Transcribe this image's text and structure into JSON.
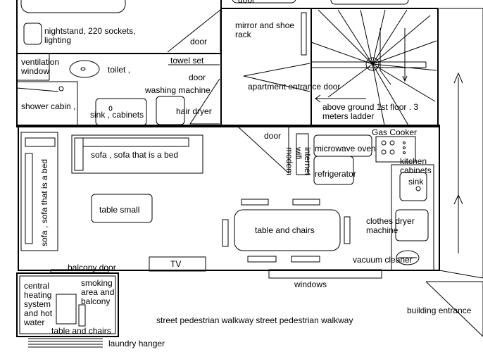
{
  "labels": {
    "door_top": "door",
    "nightstand": "nightstand, 220 sockets, lighting",
    "door_bedroom": "door",
    "mirror": "mirror and shoe rack",
    "ventilation": "ventilation window",
    "toilet": "toilet ,",
    "towel": "towel set",
    "door_bath": "door",
    "washing": "washing machine",
    "apartment_door": "apartment entrance door",
    "shower": "shower cabin ,",
    "sink_cabinets": "sink , cabinets",
    "hair_dryer": "hair dryer",
    "above_ground": "above ground 1st floor . 3 meters ladder",
    "gas_cooker": "Gas Cooker",
    "door_living": "door",
    "microwave": "microwave oven",
    "internet": "internet wifi modem",
    "kitchen_cabinets": "kitchen cabinets",
    "sofa_left": "sofa , sofa that is a bed",
    "sofa_top": "sofa , sofa that is a bed",
    "refrigerator": "refrigerator",
    "sink": "sink",
    "table_small": "table small",
    "clothes_dryer": "clothes dryer machine",
    "table_chairs": "table and chairs",
    "vacuum": "vacuum cleaner",
    "balcony_door": "balcony door",
    "tv": "TV",
    "windows": "windows",
    "central_heating": "central heating system and hot water",
    "smoking": "smoking area and balcony",
    "table_chairs_balcony": "table and chairs",
    "building_entrance": "building entrance",
    "street": "street pedestrian walkway street pedestrian walkway",
    "laundry": "laundry hanger"
  }
}
